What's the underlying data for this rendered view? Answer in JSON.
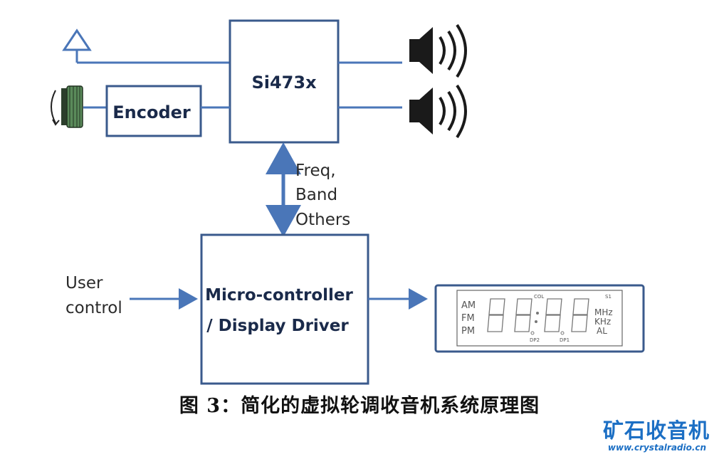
{
  "blocks": {
    "si473x": "Si473x",
    "encoder": "Encoder",
    "mcu_line1": "Micro-controller",
    "mcu_line2": "/ Display Driver"
  },
  "labels": {
    "bus_line1": "Freq,",
    "bus_line2": "Band",
    "bus_line3": "Others",
    "user_line1": "User",
    "user_line2": "control"
  },
  "lcd": {
    "am": "AM",
    "fm": "FM",
    "pm": "PM",
    "mhz": "MHz",
    "khz": "KHz",
    "al": "AL",
    "col": "COL",
    "dp2": "DP2",
    "dp1": "DP1",
    "s1": "S1"
  },
  "caption": "图 3：简化的虚拟轮调收音机系统原理图",
  "watermark": {
    "logo": "矿石收音机",
    "url": "www.crystalradio.cn"
  },
  "colors": {
    "line": "#4a76b8",
    "block_border": "#3a5a8c",
    "logo": "#1c6fc4"
  },
  "icons": [
    "antenna-icon",
    "rotary-knob-icon",
    "speaker-icon",
    "lcd-display-icon"
  ]
}
